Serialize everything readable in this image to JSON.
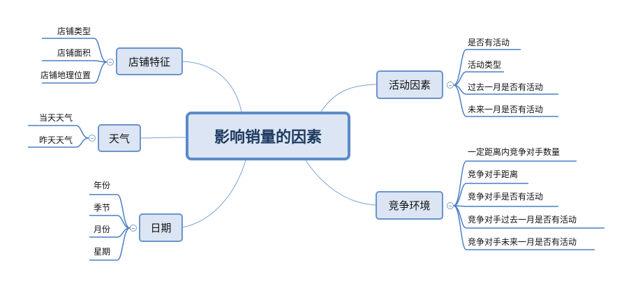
{
  "central": "影响销量的因素",
  "topics": [
    {
      "label": "店铺特征",
      "children": [
        "店铺类型",
        "店铺面积",
        "店铺地理位置"
      ]
    },
    {
      "label": "天气",
      "children": [
        "当天天气",
        "昨天天气"
      ]
    },
    {
      "label": "日期",
      "children": [
        "年份",
        "季节",
        "月份",
        "星期"
      ]
    },
    {
      "label": "活动因素",
      "children": [
        "是否有活动",
        "活动类型",
        "过去一月是否有活动",
        "未来一月是否有活动"
      ]
    },
    {
      "label": "竞争环境",
      "children": [
        "一定距离内竞争对手数量",
        "竞争对手距离",
        "竞争对手是否有活动",
        "竞争对手过去一月是否有活动",
        "竞争对手未来一月是否有活动"
      ]
    }
  ],
  "colors": {
    "line": "#7ba3d3",
    "central_fill": "#dbe5f3",
    "central_border": "#5b8ac9",
    "topic_fill": "#dbe5f3",
    "topic_border": "#6b93cb",
    "underline": "#4a7ec4"
  },
  "icons": {
    "collapse": "collapse-minus-icon"
  }
}
